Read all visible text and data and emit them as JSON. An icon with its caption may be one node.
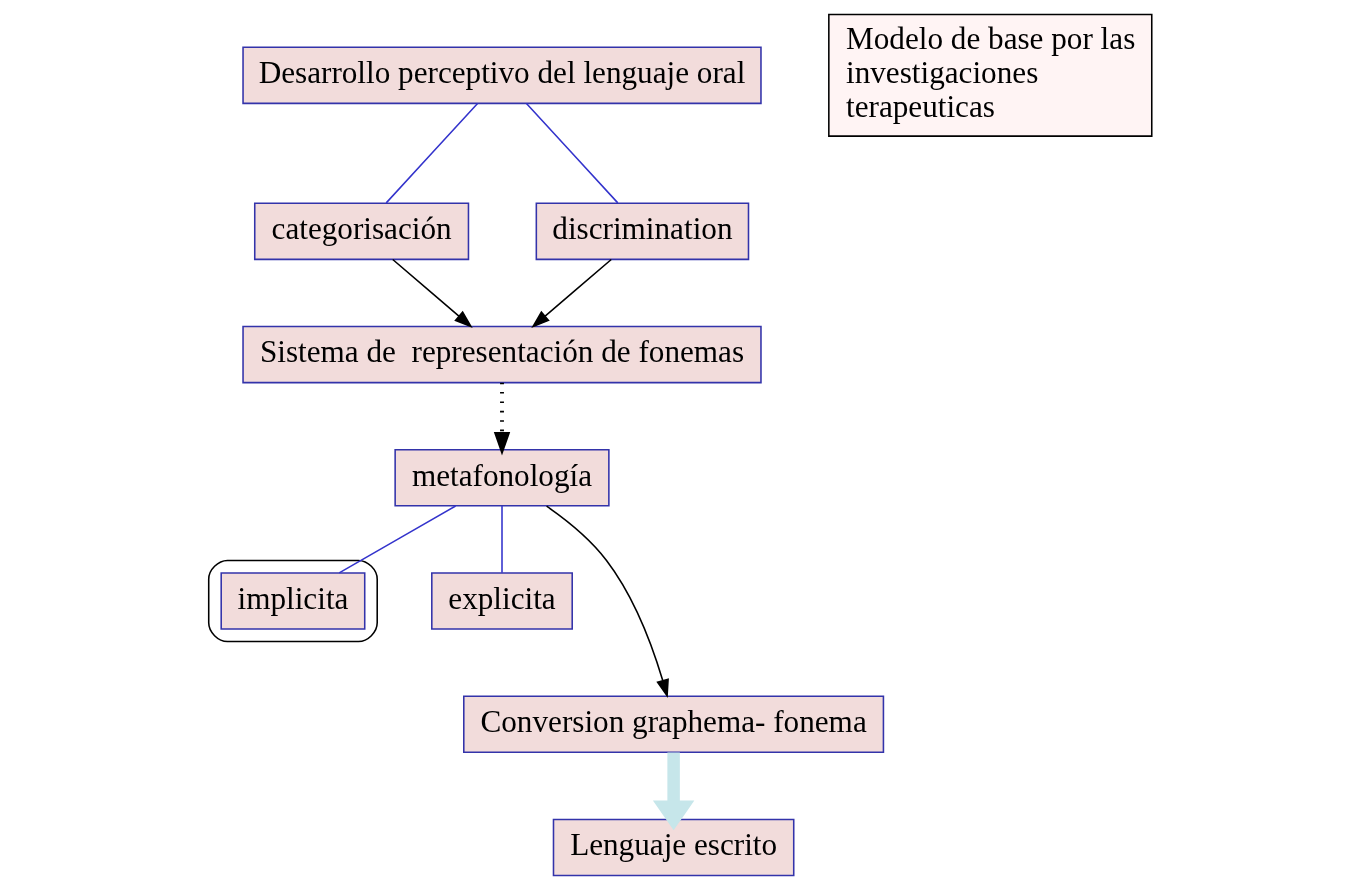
{
  "diagram": {
    "nodes": [
      {
        "text": [
          "Desarrollo perceptivo del lenguaje oral"
        ]
      },
      {
        "text": [
          "categorisación"
        ]
      },
      {
        "text": [
          "discrimination"
        ]
      },
      {
        "text": [
          "Sistema de  representación de fonemas"
        ]
      },
      {
        "text": [
          "metafonología"
        ]
      },
      {
        "text": [],
        "shape": "ellipse"
      },
      {
        "text": [
          "implicita"
        ],
        "in": 5
      },
      {
        "text": [
          "explicita"
        ]
      },
      {
        "text": [
          "Conversion graphema- fonema"
        ]
      },
      {
        "text": [
          "Lenguaje escrito"
        ]
      },
      {
        "text": [
          "Modelo de base por las investigaciones terapeuticas"
        ]
      }
    ],
    "edges": [
      {
        "from": 0,
        "to": 1,
        "arrow": "none",
        "color": "#3333cc"
      },
      {
        "from": 0,
        "to": 2,
        "arrow": "none",
        "color": "#3333cc"
      },
      {
        "from": 1,
        "to": 3,
        "arrow": "to",
        "color": "#000000"
      },
      {
        "from": 2,
        "to": 3,
        "arrow": "to",
        "color": "#000000"
      },
      {
        "from": 3,
        "to": 4,
        "arrow": "to",
        "style": "dashed",
        "color": "#000000"
      },
      {
        "from": 4,
        "to": 6,
        "arrow": "none",
        "color": "#3333cc"
      },
      {
        "from": 4,
        "to": 7,
        "arrow": "none",
        "color": "#3333cc"
      },
      {
        "from": 4,
        "to": 8,
        "arrow": "to",
        "color": "#000000"
      },
      {
        "from": 8,
        "to": 9,
        "arrow": "to",
        "style": "thick",
        "color": "#c6e6ea"
      }
    ]
  }
}
